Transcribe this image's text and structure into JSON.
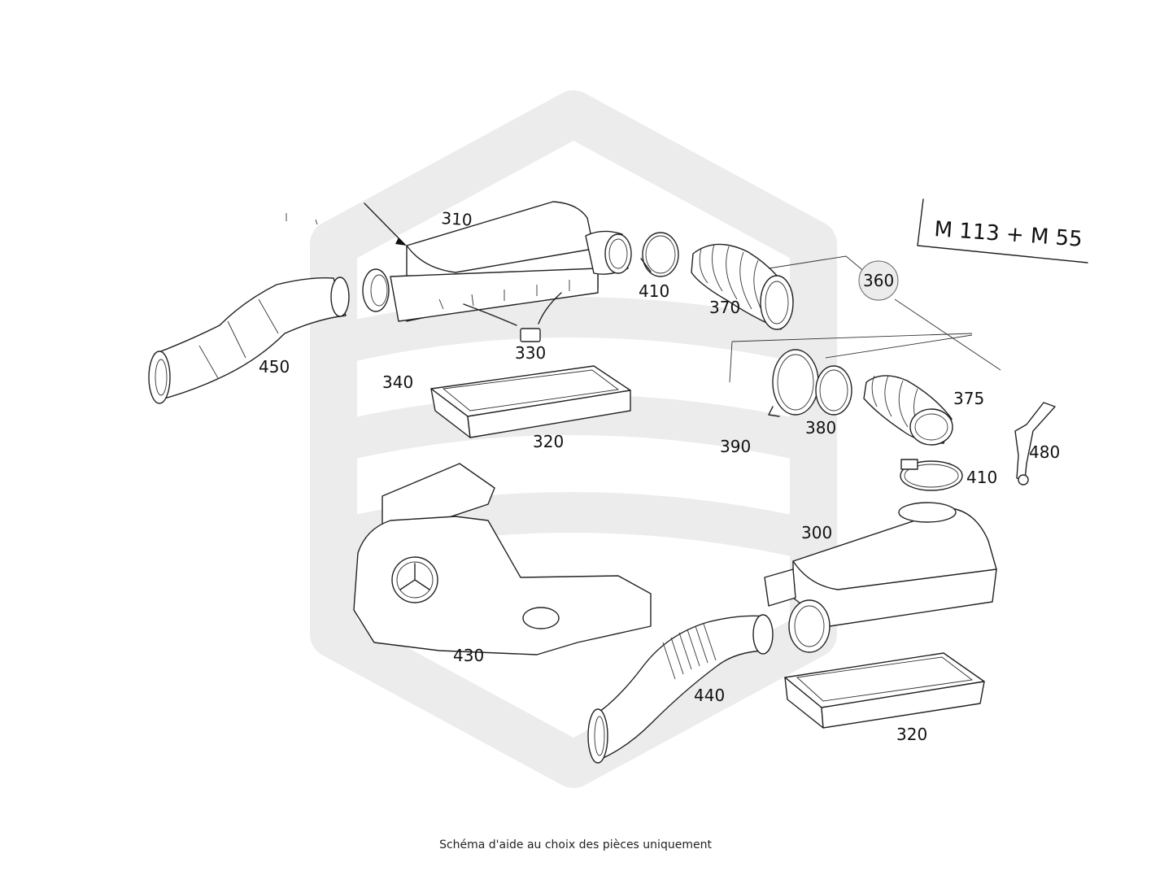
{
  "title": "M 113 + M 55",
  "caption": "Schéma d'aide au choix des pièces uniquement",
  "callouts": {
    "c310": "310",
    "c330": "330",
    "c340": "340",
    "c320a": "320",
    "c410a": "410",
    "c370": "370",
    "c360": "360",
    "c450": "450",
    "c390": "390",
    "c380": "380",
    "c375": "375",
    "c480": "480",
    "c410b": "410",
    "c300": "300",
    "c430": "430",
    "c440": "440",
    "c320b": "320"
  },
  "colors": {
    "watermark": "#ececec",
    "ink": "#222222"
  }
}
